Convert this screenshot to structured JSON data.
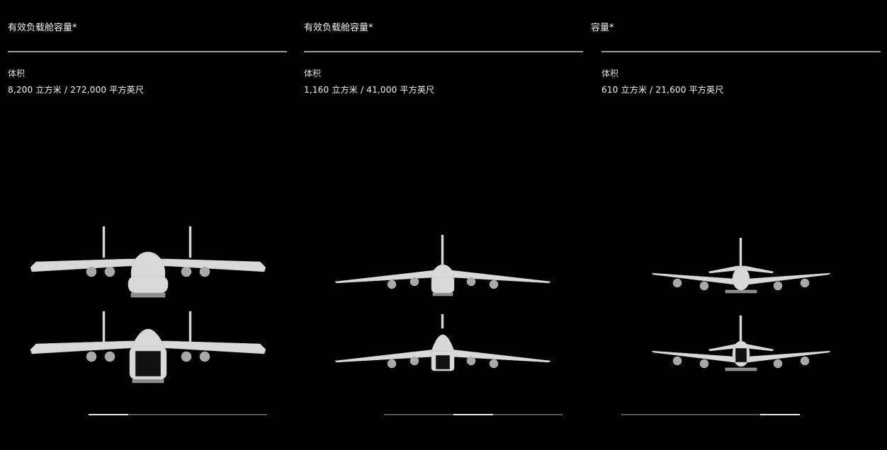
{
  "panels": [
    {
      "heading": "有效负载舱容量*",
      "volume_label": "体积",
      "volume_value": "8,200 立方米 / 272,000 平方英尺",
      "slider_position": 0.0,
      "images": [
        "aircraft-front-view-closed",
        "aircraft-front-view-open-nose"
      ]
    },
    {
      "heading": "有效负载舱容量*",
      "volume_label": "体积",
      "volume_value": "1,160 立方米 / 41,000 平方英尺",
      "slider_position": 0.5,
      "images": [
        "aircraft-front-view-closed",
        "aircraft-front-view-open-nose"
      ]
    },
    {
      "heading": "容量*",
      "volume_label": "体积",
      "volume_value": "610 立方米 / 21,600 平方英尺",
      "slider_position": 1.0,
      "images": [
        "aircraft-front-view-closed",
        "aircraft-front-view-open-nose"
      ]
    }
  ],
  "colors": {
    "background": "#000000",
    "text": "#ffffff",
    "rule": "#9a9a9a",
    "track": "#555555",
    "thumb": "#e8e8e8",
    "aircraft": "#d9d9d9"
  }
}
